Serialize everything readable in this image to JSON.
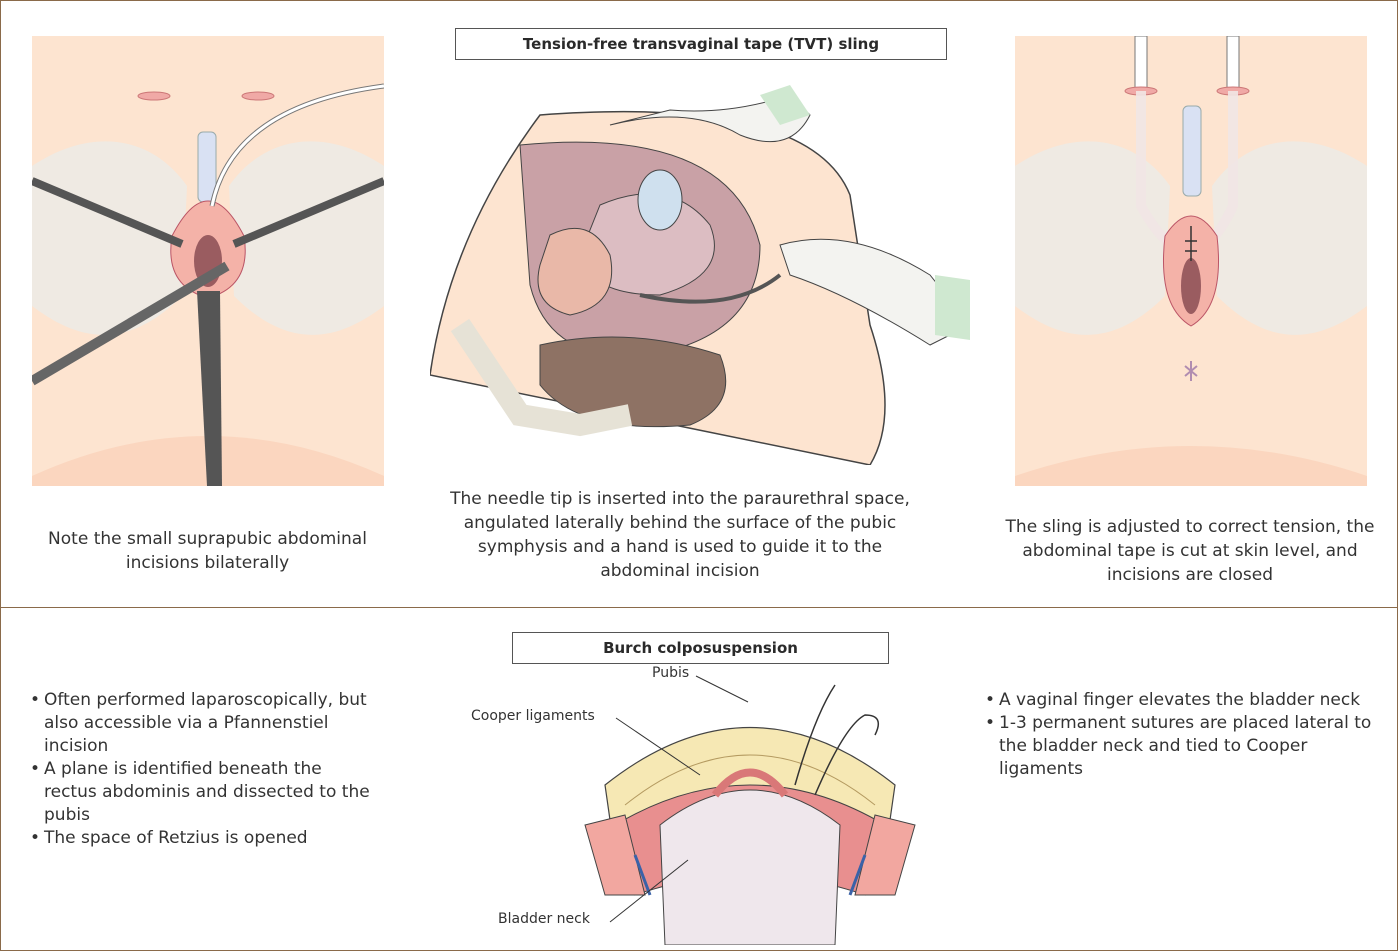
{
  "tvt": {
    "title": "Tension-free transvaginal tape (TVT) sling",
    "captions": [
      "Note the small suprapubic abdominal incisions bilaterally",
      "The needle tip is inserted into the paraurethral space, angulated laterally behind the surface of the pubic symphysis and a hand is used to guide it to the abdominal incision",
      "The sling is adjusted to correct tension, the abdominal tape is cut at skin level, and incisions are closed"
    ]
  },
  "burch": {
    "title": "Burch colposuspension",
    "left_bullets": [
      "Often performed laparoscopically, but also accessible via a Pfannenstiel incision",
      "A plane is identified beneath the rectus abdominis and dissected to the pubis",
      "The space of Retzius is opened"
    ],
    "right_bullets": [
      "A vaginal finger elevates the bladder neck",
      "1-3 permanent sutures are placed lateral to the bladder neck and tied to Cooper ligaments"
    ],
    "labels": {
      "pubis": "Pubis",
      "cooper": "Cooper ligaments",
      "bladder_neck": "Bladder neck"
    }
  },
  "colors": {
    "skin": "#fde4d0",
    "bone": "#ecebe6",
    "tissue": "#ef9a9a",
    "border": "#8a6a4a"
  }
}
